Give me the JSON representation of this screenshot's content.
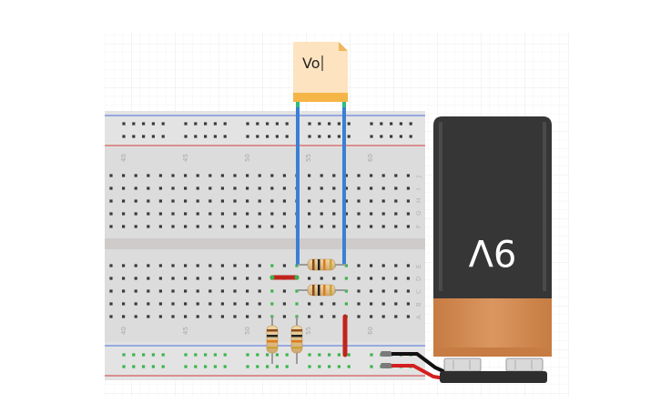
{
  "note": {
    "text": "Vo"
  },
  "breadboard": {
    "column_labels": [
      "40",
      "45",
      "50",
      "55",
      "60"
    ],
    "row_labels_top": [
      "J",
      "I",
      "H",
      "G",
      "F"
    ],
    "row_labels_bottom": [
      "E",
      "D",
      "C",
      "B",
      "A"
    ]
  },
  "battery": {
    "label": "9V"
  },
  "colors": {
    "breadboard_body": "#dcdcdc",
    "rail_blue": "#4a6fdc",
    "rail_red": "#d23a3a",
    "wire_blue": "#3b7fd4",
    "wire_red": "#c0241c",
    "note_fill": "#fde3bf",
    "note_bar": "#f5b547",
    "battery_dark": "#363636",
    "battery_copper": "#d68d52",
    "hole_green": "#39b54a"
  }
}
